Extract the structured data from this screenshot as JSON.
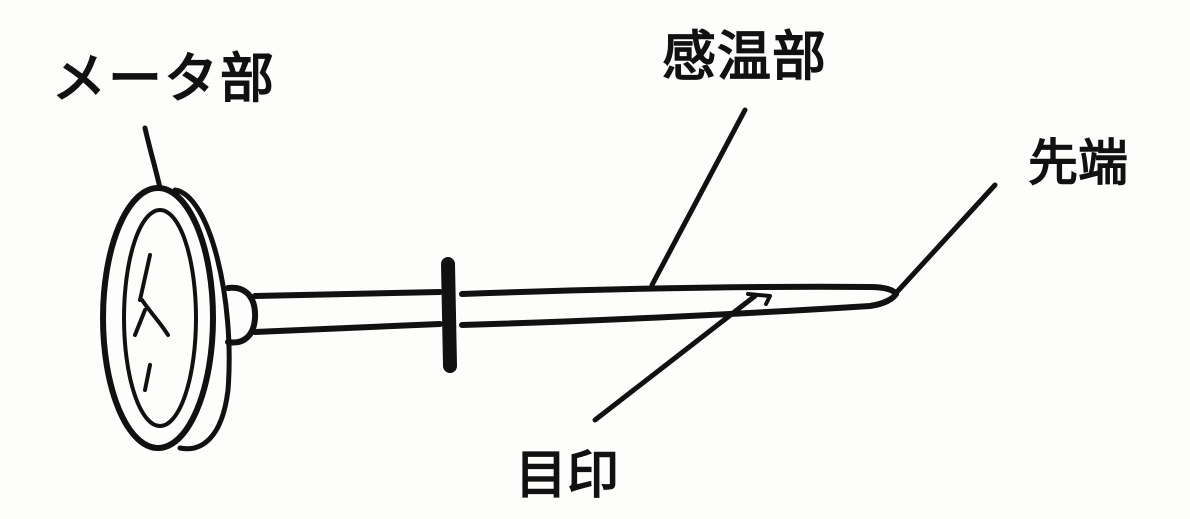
{
  "labels": {
    "meter": "メータ部",
    "sensor": "感温部",
    "tip": "先端",
    "mark": "目印"
  }
}
